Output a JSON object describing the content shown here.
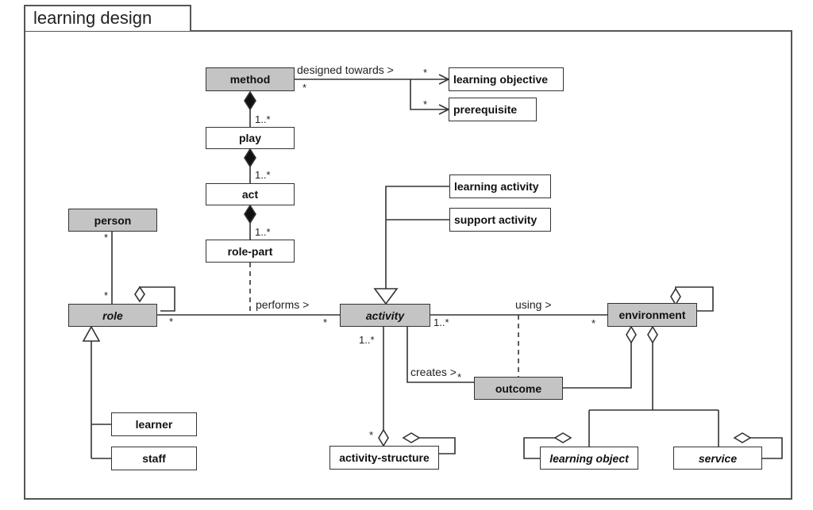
{
  "frame": {
    "title": "learning design"
  },
  "classes": {
    "method": "method",
    "learning_objective": "learning objective",
    "prerequisite": "prerequisite",
    "play": "play",
    "act": "act",
    "role_part": "role-part",
    "person": "person",
    "role": "role",
    "learner": "learner",
    "staff": "staff",
    "learning_activity": "learning activity",
    "support_activity": "support activity",
    "activity": "activity",
    "activity_structure": "activity-structure",
    "outcome": "outcome",
    "environment": "environment",
    "learning_object": "learning object",
    "service": "service"
  },
  "associations": {
    "designed_towards": "designed towards >",
    "performs": "performs >",
    "using": "using >",
    "creates": "creates >"
  },
  "multiplicities": {
    "star": "*",
    "one_many": "1..*"
  },
  "colors": {
    "abstract_fill": "#c4c4c4",
    "line": "#333333"
  }
}
